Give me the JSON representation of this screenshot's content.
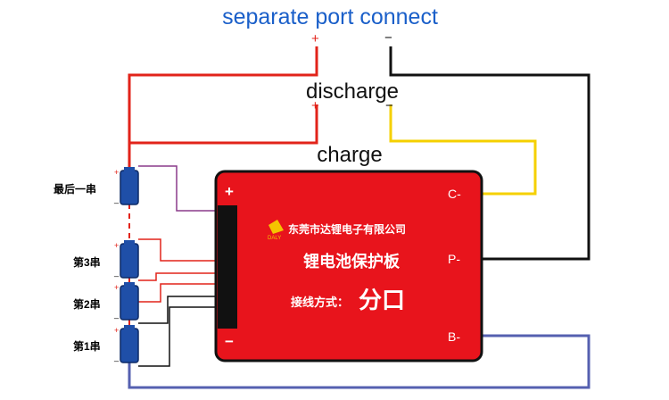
{
  "title": "separate port connect",
  "labels": {
    "discharge": "discharge",
    "charge": "charge"
  },
  "terminals": {
    "top_plus": "+",
    "top_minus": "−",
    "discharge_plus": "+",
    "discharge_minus": "−",
    "board_plus": "+",
    "board_minus": "−",
    "c_minus": "C-",
    "p_minus": "P-",
    "b_minus": "B-"
  },
  "board": {
    "company": "东莞市达锂电子有限公司",
    "product": "锂电池保护板",
    "wiring_label": "接线方式：",
    "wiring_value": "分口",
    "logo_text": "DALY",
    "color": "#e8141c"
  },
  "cells": [
    {
      "label": "最后一串",
      "plus": "+",
      "minus": "_"
    },
    {
      "label": "第3串",
      "plus": "+",
      "minus": "_"
    },
    {
      "label": "第2串",
      "plus": "+",
      "minus": "_"
    },
    {
      "label": "第1串",
      "plus": "+",
      "minus": "_"
    }
  ],
  "colors": {
    "positive_wire": "#e2231a",
    "negative_wire": "#111111",
    "charge_wire": "#f5d000",
    "balance_wire": "#8a3a8a",
    "battery_wire": "#5560b0",
    "title": "#1a5fc9",
    "cell": "#1f4fa8"
  }
}
